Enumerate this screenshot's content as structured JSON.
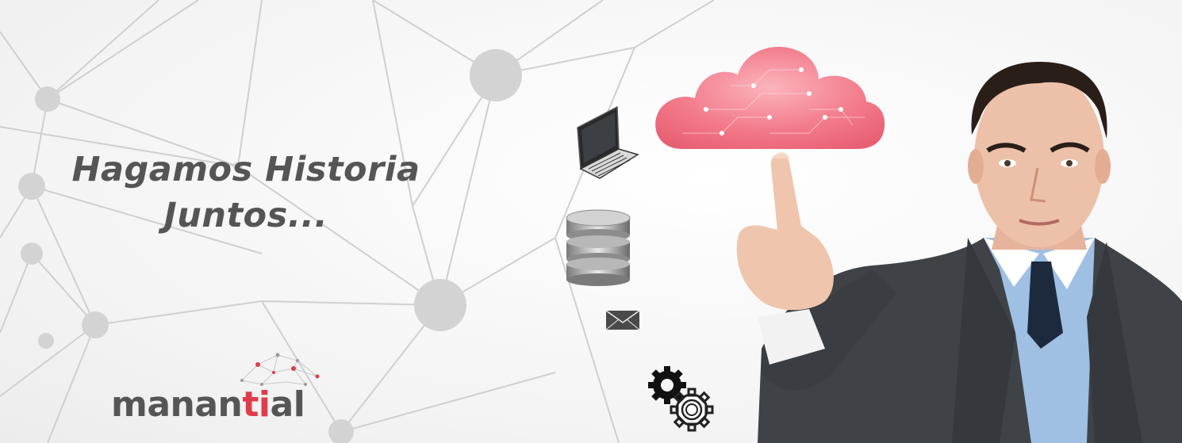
{
  "headline": {
    "line1": "Hagamos Historia",
    "line2": "Juntos..."
  },
  "logo": {
    "part1": "manan",
    "part2": "ti",
    "part3": "al"
  },
  "colors": {
    "text_gray": "#555555",
    "brand_red": "#e03b4a",
    "cloud_pink": "#f06c7c",
    "network_gray": "#cfcfcf"
  },
  "icons": [
    "laptop-icon",
    "database-icon",
    "envelope-icon",
    "gears-icon",
    "cloud-icon"
  ]
}
